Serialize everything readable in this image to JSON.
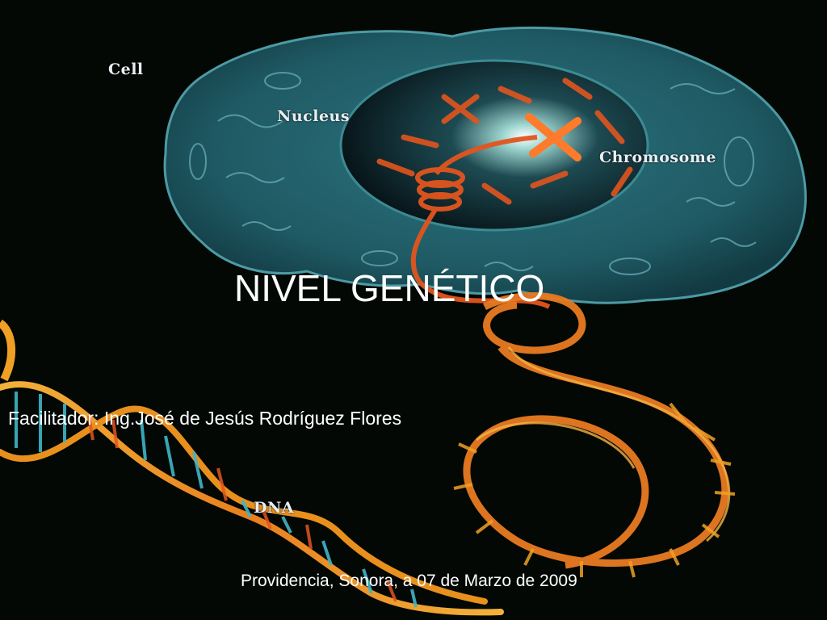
{
  "slide": {
    "title": "NIVEL GENÉTICO",
    "facilitator": "Facilitador: Ing.José de Jesús Rodríguez Flores",
    "place_date": "Providencia, Sonora, a 07 de Marzo de 2009"
  },
  "illustration": {
    "labels": {
      "cell": "Cell",
      "nucleus": "Nucleus",
      "chromosome": "Chromosome",
      "dna": "DNA"
    },
    "colors": {
      "background": "#030805",
      "cell": "#1f5a64",
      "nucleus": "#0b1d22",
      "chromosome": "#e2551e",
      "dna_strand": "#f0a024",
      "text": "#ffffff"
    }
  }
}
